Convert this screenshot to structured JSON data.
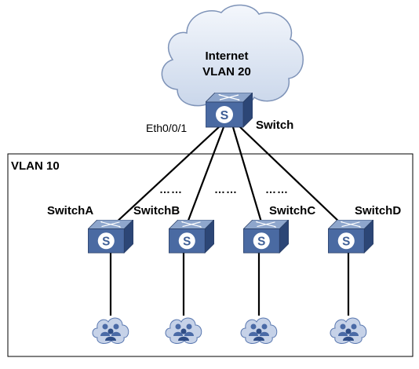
{
  "cloud": {
    "line1": "Internet",
    "line2": "VLAN 20"
  },
  "core_switch": {
    "label": "Switch",
    "port_label": "Eth0/0/1"
  },
  "vlan_box": {
    "label": "VLAN 10"
  },
  "access_switches": [
    {
      "label": "SwitchA"
    },
    {
      "label": "SwitchB"
    },
    {
      "label": "SwitchC"
    },
    {
      "label": "SwitchD"
    }
  ],
  "ellipsis": [
    "……",
    "……",
    "……"
  ],
  "icons": {
    "cloud": "cloud-icon",
    "switch": "switch-icon",
    "user_group": "user-group-icon"
  },
  "colors": {
    "cloud_fill": "#dce5f2",
    "switch_top": "#8aa2c8",
    "switch_front": "#3f5f96",
    "switch_side": "#2c4676",
    "user_group": "#4a6aa6",
    "link": "#000000",
    "box_border": "#000000"
  }
}
